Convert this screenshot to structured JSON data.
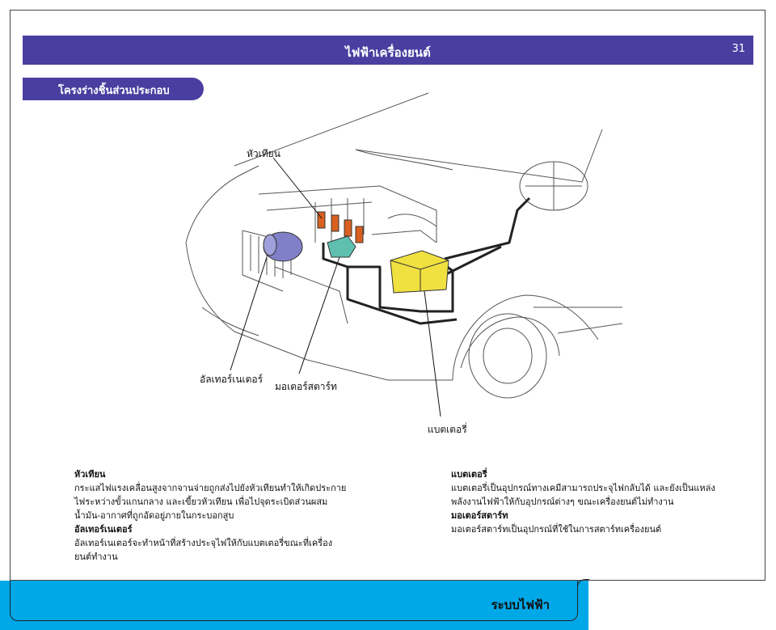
{
  "header": {
    "title": "ไฟฟ้าเครื่องยนต์",
    "page_number": "31"
  },
  "section": {
    "title": "โครงร่างชิ้นส่วนประกอบ"
  },
  "figure": {
    "callouts": {
      "spark_plug": "หัวเทียน",
      "alternator": "อัลเทอร์เนเตอร์",
      "starter": "มอเตอร์สตาร์ท",
      "battery": "แบตเตอรี่"
    },
    "colors": {
      "alternator": "#8080c8",
      "starter": "#5fc0b0",
      "battery": "#f0e040",
      "spark_plug": "#d86020"
    }
  },
  "descriptions": {
    "left": [
      {
        "term": "หัวเทียน",
        "lines": [
          "กระแสไฟแรงเคลื่อนสูงจากจานจ่ายถูกส่งไปยังหัวเทียนทำให้เกิดประกาย",
          "ไฟระหว่างขั้วแกนกลาง และเขี้ยวหัวเทียน เพื่อไปจุดระเบิดส่วนผสม",
          "น้ำมัน-อากาศที่ถูกอัดอยู่ภายในกระบอกสูบ"
        ]
      },
      {
        "term": "อัลเทอร์เนเตอร์",
        "lines": [
          "อัลเทอร์เนเตอร์จะทำหน้าที่สร้างประจุไฟให้กับแบตเตอรี่ขณะที่เครื่อง",
          "ยนต์ทำงาน"
        ]
      }
    ],
    "right": [
      {
        "term": "แบตเตอรี่",
        "lines": [
          "แบตเตอรี่เป็นอุปกรณ์ทางเคมีสามารถประจุไฟกลับได้ และยังเป็นแหล่ง",
          "พลังงานไฟฟ้าให้กับอุปกรณ์ต่างๆ ขณะเครื่องยนต์ไม่ทำงาน"
        ]
      },
      {
        "term": "มอเตอร์สตาร์ท",
        "lines": [
          "มอเตอร์สตาร์ทเป็นอุปกรณ์ที่ใช้ในการสตาร์ทเครื่องยนต์"
        ]
      }
    ]
  },
  "footer": {
    "label": "ระบบไฟฟ้า"
  }
}
